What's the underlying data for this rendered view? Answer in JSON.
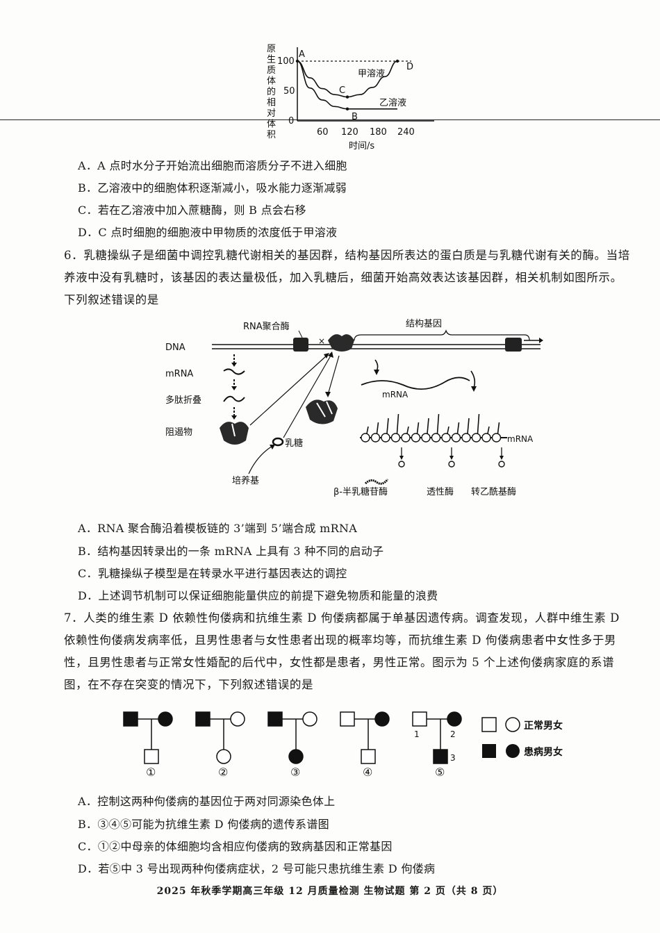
{
  "graph5": {
    "ylabel": "原生质体的相对体积",
    "xlabel": "时间/s",
    "yticks": [
      "100",
      "50",
      "0"
    ],
    "xticks": [
      "60",
      "120",
      "180",
      "240"
    ],
    "point_labels": [
      "A",
      "B",
      "C",
      "D"
    ],
    "series_labels": [
      "甲溶液",
      "乙溶液"
    ]
  },
  "chart_data": {
    "type": "line",
    "xlabel": "时间/s",
    "ylabel": "原生质体的相对体积",
    "xlim": [
      0,
      260
    ],
    "ylim": [
      0,
      100
    ],
    "series": [
      {
        "name": "甲溶液",
        "x": [
          0,
          30,
          60,
          90,
          120,
          150,
          180,
          210,
          240
        ],
        "y": [
          100,
          72,
          54,
          44,
          40,
          44,
          56,
          74,
          100
        ]
      },
      {
        "name": "乙溶液",
        "x": [
          0,
          30,
          60,
          90,
          120,
          150,
          180,
          240
        ],
        "y": [
          100,
          55,
          35,
          24,
          20,
          20,
          20,
          20
        ]
      }
    ],
    "points": [
      {
        "label": "A",
        "x": 0,
        "y": 100
      },
      {
        "label": "B",
        "x": 120,
        "y": 20
      },
      {
        "label": "C",
        "x": 120,
        "y": 40
      },
      {
        "label": "D",
        "x": 240,
        "y": 100
      }
    ]
  },
  "q5_options": [
    "A．A 点时水分子开始流出细胞而溶质分子不进入细胞",
    "B．乙溶液中的细胞体积逐渐减小，吸水能力逐渐减弱",
    "C．若在乙溶液中加入蔗糖酶，则 B 点会右移",
    "D．C 点时细胞的细胞液中甲物质的浓度低于甲溶液"
  ],
  "q6": {
    "stem": "6．乳糖操纵子是细菌中调控乳糖代谢相关的基因群，结构基因所表达的蛋白质是与乳糖代谢有关的酶。当培养液中没有乳糖时，该基因的表达量极低，加入乳糖后，细菌开始高效表达该基因群，相关机制如图所示。下列叙述错误的是",
    "figure": {
      "rna_pol": "RNA聚合酶",
      "struct_gene": "结构基因",
      "dna": "DNA",
      "mrna_left": "mRNA",
      "fold": "多肽折叠",
      "repressor": "阻遏物",
      "lactose": "乳糖",
      "medium": "培养基",
      "mrna_mid": "mRNA",
      "mrna_right": "mRNA",
      "enzyme1": "β-半乳糖苷酶",
      "enzyme2": "透性酶",
      "enzyme3": "转乙酰基酶",
      "cross": "×"
    },
    "options": [
      "A．RNA 聚合酶沿着模板链的 3’端到 5’端合成 mRNA",
      "B．结构基因转录出的一条 mRNA 上具有 3 种不同的启动子",
      "C．乳糖操纵子模型是在转录水平进行基因表达的调控",
      "D．上述调节机制可以保证细胞能量供应的前提下避免物质和能量的浪费"
    ]
  },
  "q7": {
    "stem": "7．人类的维生素 D 依赖性佝偻病和抗维生素 D 佝偻病都属于单基因遗传病。调查发现，人群中维生素 D 依赖性佝偻病发病率低，且男性患者与女性患者出现的概率均等，而抗维生素 D 佝偻病患者中女性多于男性，且男性患者与正常女性婚配的后代中，女性都是患者，男性正常。图示为 5 个上述佝偻病家庭的系谱图，在不存在突变的情况下，下列叙述错误的是",
    "pedigree": {
      "family_labels": [
        "①",
        "②",
        "③",
        "④",
        "⑤"
      ],
      "member_numbers": [
        "1",
        "2",
        "3"
      ],
      "legend_normal": "正常男女",
      "legend_affected": "患病男女"
    },
    "options": [
      "A．控制这两种佝偻病的基因位于两对同源染色体上",
      "B．③④⑤可能为抗维生素 D 佝偻病的遗传系谱图",
      "C．①②中母亲的体细胞均含相应佝偻病的致病基因和正常基因",
      "D．若⑤中 3 号出现两种佝偻病症状，2 号可能只患抗维生素 D 佝偻病"
    ]
  },
  "footer": "2025 年秋季学期高三年级 12 月质量检测  生物试题  第 2 页（共 8 页）"
}
